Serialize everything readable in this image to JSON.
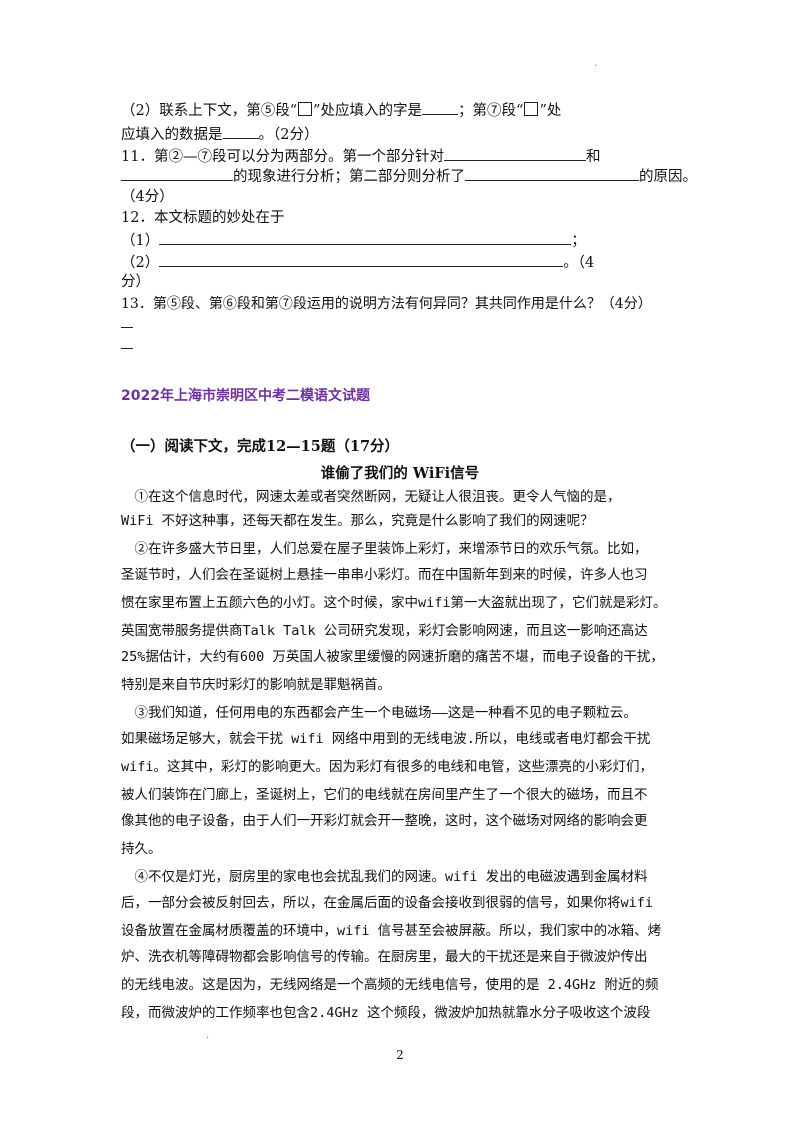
{
  "questions": {
    "q10_2_line1_a": "（2）联系上下文，第⑤段“",
    "q10_2_line1_b": "”处应填入的字是",
    "q10_2_line1_c": "；第⑦段“",
    "q10_2_line1_d": "”处",
    "q10_2_line2_a": "应填入的数据是",
    "q10_2_line2_b": "。（2分）",
    "q11_line1_a": "11．第②—⑦段可以分为两部分。第一个部分针对",
    "q11_line1_b": "和",
    "q11_line2_a": "的现象进行分析；第二部分则分析了",
    "q11_line2_b": "的原因。",
    "q11_line3": "（4分）",
    "q12_line1": "12．本文标题的妙处在于",
    "q12_item1_label": "（1）",
    "q12_item1_end": "；",
    "q12_item2_label": "（2）",
    "q12_item2_end": "。（4",
    "q12_line4": "分）",
    "q13_line1": "13．第⑤段、第⑥段和第⑦段运用的说明方法有何异同？其共同作用是什么？（4分）"
  },
  "exam_title": "2022年上海市崇明区中考二模语文试题",
  "section_heading": "（一）阅读下文，完成12—15题（17分）",
  "article_title": "谁偷了我们的 WiFi信号",
  "article_lines": [
    "　①在这个信息时代，网速太差或者突然断网，无疑让人很沮丧。更令人气恼的是，",
    "WiFi 不好这种事，还每天都在发生。那么，究竟是什么影响了我们的网速呢？",
    "　②在许多盛大节日里，人们总爱在屋子里装饰上彩灯，来增添节日的欢乐气氛。比如，",
    "圣诞节时，人们会在圣诞树上悬挂一串串小彩灯。而在中国新年到来的时候，许多人也习",
    "惯在家里布置上五颜六色的小灯。这个时候，家中wifi第一大盗就出现了，它们就是彩灯。",
    "英国宽带服务提供商Talk Talk 公司研究发现，彩灯会影响网速，而且这一影响还高达",
    "25%据估计，大约有600 万英国人被家里缓慢的网速折磨的痛苦不堪，而电子设备的干扰，",
    "特别是来自节庆时彩灯的影响就是罪魁祸首。",
    "　③我们知道，任何用电的东西都会产生一个电磁场——这是一种看不见的电子颗粒云。",
    "如果磁场足够大，就会干扰 wifi 网络中用到的无线电波.所以，电线或者电灯都会干扰",
    "wifi。这其中，彩灯的影响更大。因为彩灯有很多的电线和电管，这些漂亮的小彩灯们，",
    "被人们装饰在门廊上，圣诞树上，它们的电线就在房间里产生了一个很大的磁场，而且不",
    "像其他的电子设备，由于人们一开彩灯就会开一整晚，这时，这个磁场对网络的影响会更",
    "持久。",
    "　④不仅是灯光，厨房里的家电也会扰乱我们的网速。wifi 发出的电磁波遇到金属材料",
    "后，一部分会被反射回去，所以，在金属后面的设备会接收到很弱的信号，如果你将wifi",
    "设备放置在金属材质覆盖的环境中，wifi 信号甚至会被屏蔽。所以，我们家中的冰箱、烤",
    "炉、洗衣机等障碍物都会影响信号的传输。在厨房里，最大的干扰还是来自于微波炉传出",
    "的无线电波。这是因为，无线网络是一个高频的无线电信号，使用的是 2.4GHz 附近的频",
    "段，而微波炉的工作频率也包含2.4GHz 这个频段，微波炉加热就靠水分子吸收这个波段"
  ],
  "page_number": "2"
}
